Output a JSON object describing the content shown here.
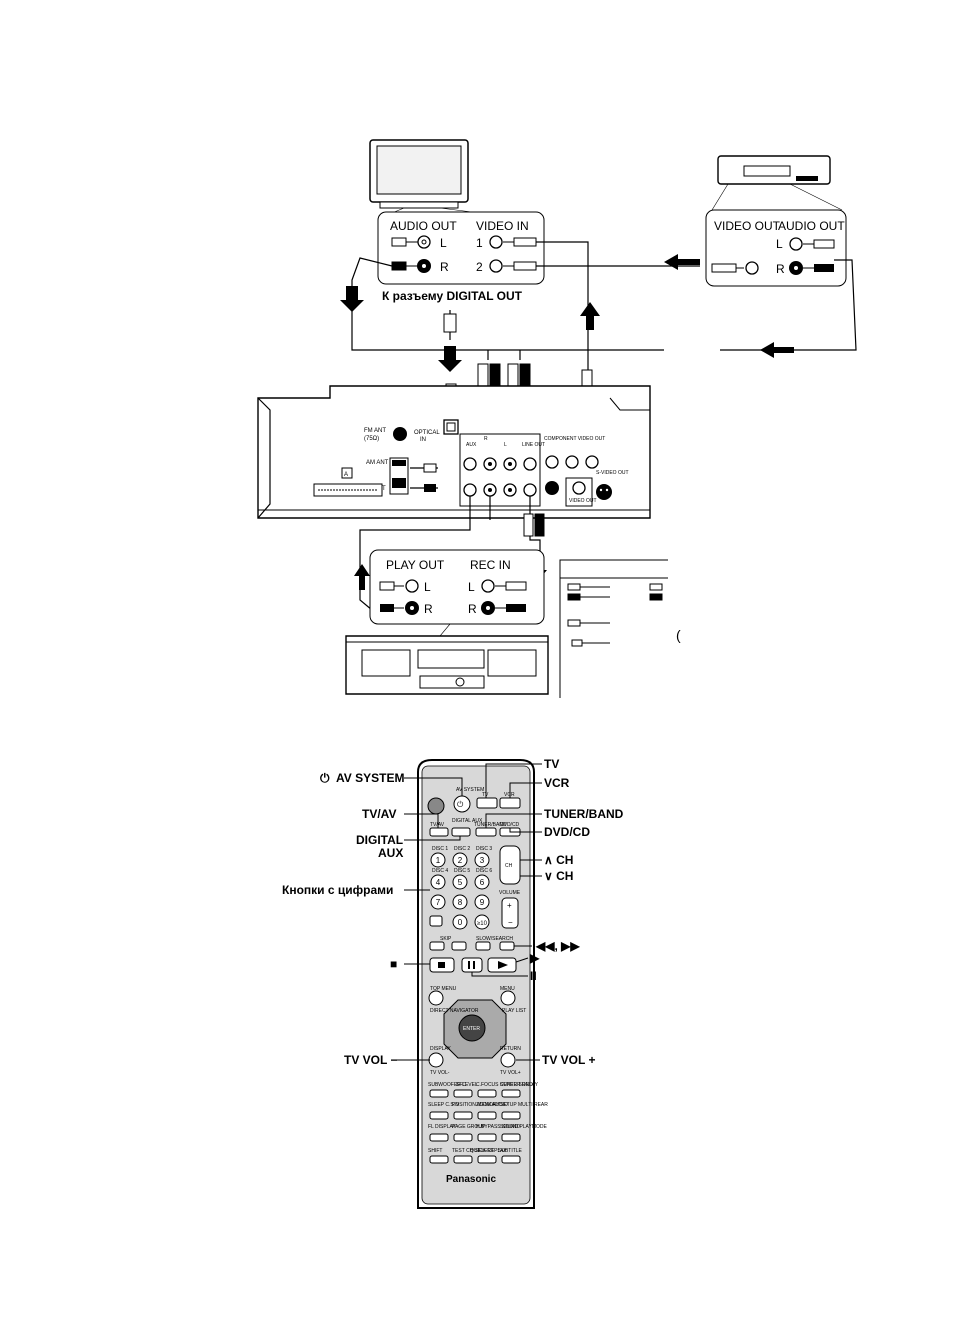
{
  "tv_panel": {
    "audio_out": "AUDIO OUT",
    "video_in": "VIDEO IN",
    "l": "L",
    "r": "R",
    "n1": "1",
    "n2": "2",
    "digital_out": "К разъему DIGITAL OUT"
  },
  "vcr_panel": {
    "video_out": "VIDEO OUT",
    "audio_out": "AUDIO OUT",
    "l": "L",
    "r": "R"
  },
  "deck_panel": {
    "play_out": "PLAY OUT",
    "rec_in": "REC IN",
    "l": "L",
    "r": "R"
  },
  "receiver": {
    "fm_ant": "FM ANT",
    "fm_ohm": "(75Ω)",
    "am_ant": "AM ANT",
    "optical": "OPTICAL",
    "optical_in": "IN",
    "aux": "AUX",
    "ch_r": "R",
    "ch_l": "L",
    "line_out": "LINE OUT",
    "component": "COMPONENT VIDEO OUT",
    "svideo": "S-VIDEO OUT",
    "video": "VIDEO OUT",
    "box_a": "A",
    "ext": "EXT"
  },
  "remote": {
    "brand": "Panasonic",
    "av_system_small": "AV SYSTEM",
    "tv_small": "TV",
    "vcr_small": "VCR",
    "tvav_small": "TV/AV",
    "digital_aux_small": "DIGITAL AUX",
    "tuner_band_small": "TUNER/BAND",
    "dvdcd_small": "DVD/CD",
    "disc_labels": [
      "DISC 1",
      "DISC 2",
      "DISC 3",
      "DISC 4",
      "DISC 5",
      "DISC 6"
    ],
    "digits": [
      "1",
      "2",
      "3",
      "4",
      "5",
      "6",
      "7",
      "8",
      "9",
      "0",
      "≥10"
    ],
    "volume_small": "VOLUME",
    "ch_small": "CH",
    "skip_small": "SKIP",
    "slow_search_small": "SLOW/SEARCH",
    "top_menu_small": "TOP MENU",
    "menu_small": "MENU",
    "direct_nav_small": "DIRECT NAVIGATOR",
    "play_list_small": "PLAY LIST",
    "enter_small": "ENTER",
    "display_small": "DISPLAY",
    "return_small": "RETURN",
    "tv_vol_minus_small": "TV VOL-",
    "tv_vol_plus_small": "TV VOL+",
    "bottom_small": [
      "SUBWOOFER LEVEL",
      "SFC",
      "C.FOCUS SUPER SRND",
      "CENTER DELAY",
      "SLEEP C.S.N",
      "POSITION MEMORY",
      "ZOOM AUDIO",
      "SETUP MULTI REAR",
      "FL DISPLAY",
      "PAGE GROUP",
      "H.BYPASS SOUND",
      "SOUND PLAYMODE",
      "SHIFT",
      "TEST CH SELECT",
      "QUICK REPLAY",
      "SUBTITLE"
    ]
  },
  "callouts": {
    "av_system": "AV SYSTEM",
    "tv": "TV",
    "vcr": "VCR",
    "tvav": "TV/AV",
    "tuner_band": "TUNER/BAND",
    "dvdcd": "DVD/CD",
    "digital": "DIGITAL",
    "aux": "AUX",
    "ch_up": "∧ CH",
    "ch_down": "∨ CH",
    "number_buttons": "Кнопки с цифрами",
    "rew_ff": "◀◀, ▶▶",
    "stop": "■",
    "play": "▶",
    "pause": "II",
    "tv_vol_minus": "TV VOL −",
    "tv_vol_plus": "TV VOL +"
  },
  "legend": {
    "fragment": "("
  }
}
